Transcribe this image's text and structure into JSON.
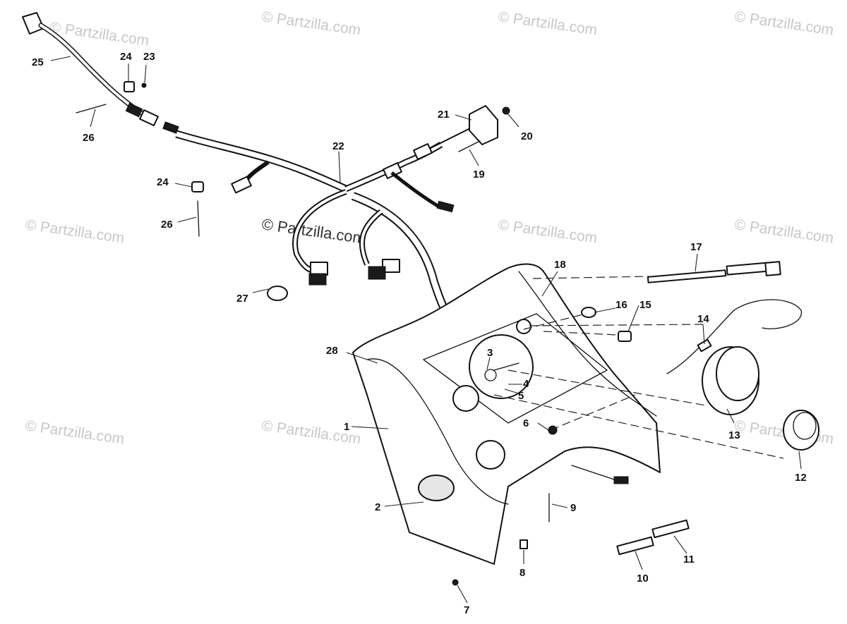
{
  "watermark": {
    "text": "© Partzilla.com"
  },
  "callouts": {
    "p1": "1",
    "p2": "2",
    "p3": "3",
    "p4": "4",
    "p5": "5",
    "p6": "6",
    "p7": "7",
    "p8": "8",
    "p9": "9",
    "p10": "10",
    "p11": "11",
    "p12": "12",
    "p13": "13",
    "p14": "14",
    "p15": "15",
    "p16": "16",
    "p17": "17",
    "p18": "18",
    "p19": "19",
    "p20": "20",
    "p21": "21",
    "p22": "22",
    "p23": "23",
    "p24a": "24",
    "p24b": "24",
    "p25": "25",
    "p26a": "26",
    "p26b": "26",
    "p27": "27",
    "p28": "28"
  }
}
